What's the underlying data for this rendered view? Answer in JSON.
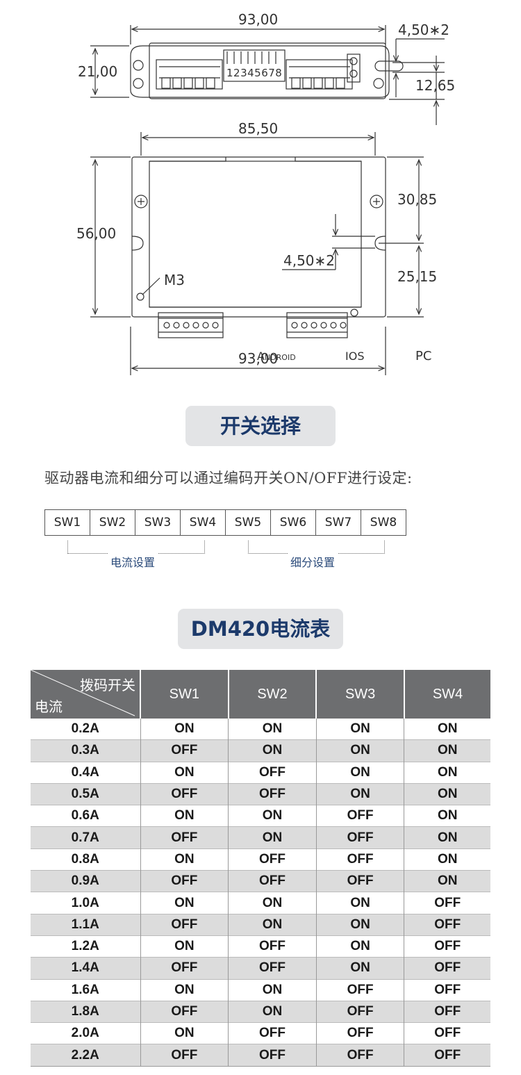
{
  "drawing": {
    "dim_width_top": "93,00",
    "dim_height_side": "21,00",
    "dim_slot": "4,50∗2",
    "dim_slot_offset": "12,65",
    "switch_numbers": "12345678",
    "dim_inner_width": "85,50",
    "dim_height_front": "56,00",
    "dim_upper": "30,85",
    "dim_lower": "25,15",
    "dim_hole": "4,50∗2",
    "screw_label": "M3",
    "dim_width_bottom": "93,00",
    "watermark_android": "Android",
    "watermark_ios": "IOS",
    "watermark_pc": "PC"
  },
  "switch_section": {
    "title": "开关选择",
    "description": "驱动器电流和细分可以通过编码开关ON/OFF进行设定:",
    "switches": [
      "SW1",
      "SW2",
      "SW3",
      "SW4",
      "SW5",
      "SW6",
      "SW7",
      "SW8"
    ],
    "group_current": "电流设置",
    "group_subdivision": "细分设置"
  },
  "table_section": {
    "title": "DM420电流表",
    "corner_top": "拨码开关",
    "corner_bottom": "电流",
    "columns": [
      "SW1",
      "SW2",
      "SW3",
      "SW4"
    ],
    "rows": [
      {
        "current": "0.2A",
        "sw": [
          "ON",
          "ON",
          "ON",
          "ON"
        ]
      },
      {
        "current": "0.3A",
        "sw": [
          "OFF",
          "ON",
          "ON",
          "ON"
        ]
      },
      {
        "current": "0.4A",
        "sw": [
          "ON",
          "OFF",
          "ON",
          "ON"
        ]
      },
      {
        "current": "0.5A",
        "sw": [
          "OFF",
          "OFF",
          "ON",
          "ON"
        ]
      },
      {
        "current": "0.6A",
        "sw": [
          "ON",
          "ON",
          "OFF",
          "ON"
        ]
      },
      {
        "current": "0.7A",
        "sw": [
          "OFF",
          "ON",
          "OFF",
          "ON"
        ]
      },
      {
        "current": "0.8A",
        "sw": [
          "ON",
          "OFF",
          "OFF",
          "ON"
        ]
      },
      {
        "current": "0.9A",
        "sw": [
          "OFF",
          "OFF",
          "OFF",
          "ON"
        ]
      },
      {
        "current": "1.0A",
        "sw": [
          "ON",
          "ON",
          "ON",
          "OFF"
        ]
      },
      {
        "current": "1.1A",
        "sw": [
          "OFF",
          "ON",
          "ON",
          "OFF"
        ]
      },
      {
        "current": "1.2A",
        "sw": [
          "ON",
          "OFF",
          "ON",
          "OFF"
        ]
      },
      {
        "current": "1.4A",
        "sw": [
          "OFF",
          "OFF",
          "ON",
          "OFF"
        ]
      },
      {
        "current": "1.6A",
        "sw": [
          "ON",
          "ON",
          "OFF",
          "OFF"
        ]
      },
      {
        "current": "1.8A",
        "sw": [
          "OFF",
          "ON",
          "OFF",
          "OFF"
        ]
      },
      {
        "current": "2.0A",
        "sw": [
          "ON",
          "OFF",
          "OFF",
          "OFF"
        ]
      },
      {
        "current": "2.2A",
        "sw": [
          "OFF",
          "OFF",
          "OFF",
          "OFF"
        ]
      }
    ]
  }
}
